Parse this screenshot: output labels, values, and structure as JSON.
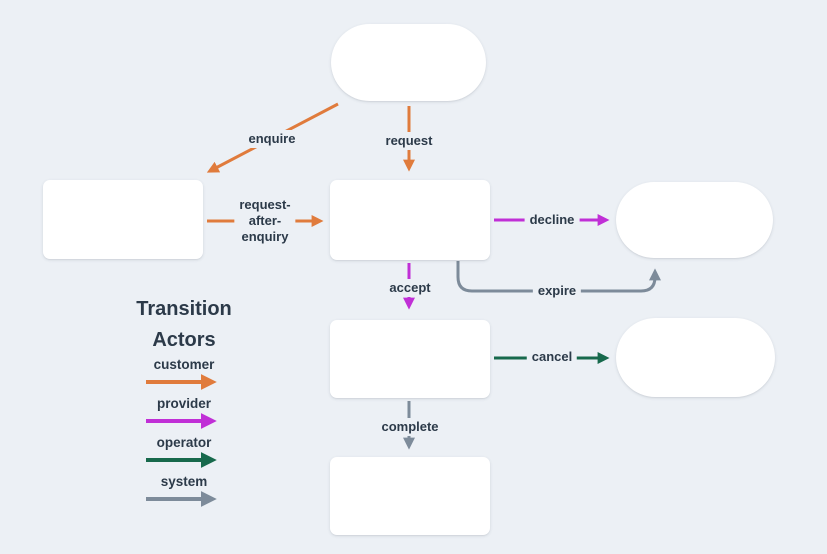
{
  "canvas": {
    "bg": "#ECF0F5"
  },
  "colors": {
    "customer": "#E07B3C",
    "provider": "#C02FD6",
    "operator": "#17694C",
    "system": "#7D8B9A",
    "text": "#2C3A49",
    "node": "#FFFFFF"
  },
  "legend": {
    "title_lines": [
      "Transition",
      "Actors"
    ],
    "items": [
      {
        "id": "customer",
        "label": "customer"
      },
      {
        "id": "provider",
        "label": "provider"
      },
      {
        "id": "operator",
        "label": "operator"
      },
      {
        "id": "system",
        "label": "system"
      }
    ]
  },
  "transitions": {
    "enquire": {
      "label": "enquire",
      "actor": "customer"
    },
    "request": {
      "label": "request",
      "actor": "customer"
    },
    "request_after_enquiry": {
      "label_lines": [
        "request-",
        "after-",
        "enquiry"
      ],
      "actor": "customer"
    },
    "decline": {
      "label": "decline",
      "actor": "provider"
    },
    "accept": {
      "label": "accept",
      "actor": "provider"
    },
    "expire": {
      "label": "expire",
      "actor": "system"
    },
    "cancel": {
      "label": "cancel",
      "actor": "operator"
    },
    "complete": {
      "label": "complete",
      "actor": "system"
    }
  }
}
